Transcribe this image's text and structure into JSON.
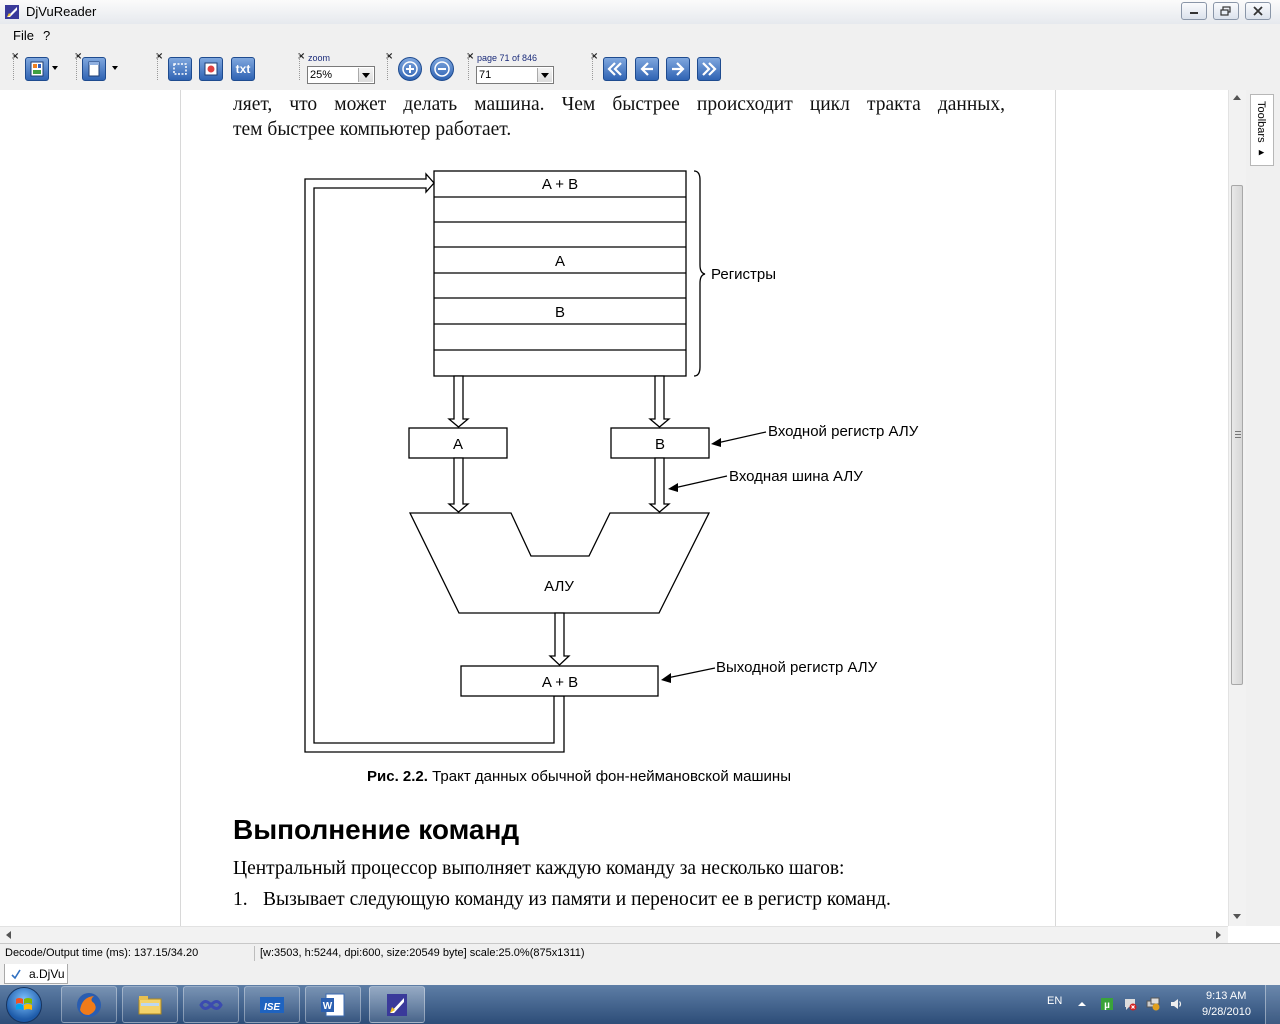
{
  "window": {
    "title": "DjVuReader",
    "buttons": [
      "minimize",
      "maximize",
      "close"
    ]
  },
  "menu": {
    "items": [
      "File",
      "?"
    ]
  },
  "toolbar": {
    "close_glyph": "×",
    "zoom_label": "zoom",
    "zoom_value": "25%",
    "page_label": "page 71 of 846",
    "page_value": "71",
    "txt_button_label": "txt",
    "icons": [
      "layout-icon",
      "page-icon",
      "select-rect-icon",
      "image-icon",
      "text-mode-icon",
      "zoom-in-icon",
      "zoom-out-icon",
      "first-page-icon",
      "prev-page-icon",
      "next-page-icon",
      "last-page-icon"
    ]
  },
  "document": {
    "para1_line1": "ляет, что может делать машина. Чем быстрее происходит цикл тракта данных,",
    "para1_line2": "тем быстрее компьютер работает.",
    "diagram": {
      "registers_top": "A + B",
      "register_a": "A",
      "register_b": "B",
      "registers_label": "Регистры",
      "alu_input_a": "A",
      "alu_input_b": "B",
      "alu_input_register_label": "Входной регистр АЛУ",
      "alu_input_bus_label": "Входная шина АЛУ",
      "alu_label": "АЛУ",
      "alu_output": "A + B",
      "alu_output_register_label": "Выходной регистр АЛУ"
    },
    "caption_bold": "Рис. 2.2.",
    "caption_text": " Тракт данных обычной фон-неймановской машины",
    "section_heading": "Выполнение команд",
    "para2": "Центральный процессор выполняет каждую команду за несколько шагов:",
    "list": [
      {
        "num": "1.",
        "text": "Вызывает следующую команду из памяти и переносит ее в регистр команд."
      }
    ]
  },
  "side_panel": {
    "toolbars_tab": "Toolbars ▸"
  },
  "status": {
    "decode": "Decode/Output time (ms): 137.15/34.20",
    "info": "[w:3503, h:5244, dpi:600, size:20549 byte] scale:25.0%(875x1311)"
  },
  "doc_tab": {
    "label": "a.DjVu"
  },
  "taskbar": {
    "apps": [
      "firefox-icon",
      "explorer-icon",
      "eclipse-icon",
      "ise-icon",
      "word-icon",
      "djvureader-icon"
    ],
    "language": "EN",
    "time": "9:13 AM",
    "date": "9/28/2010"
  }
}
